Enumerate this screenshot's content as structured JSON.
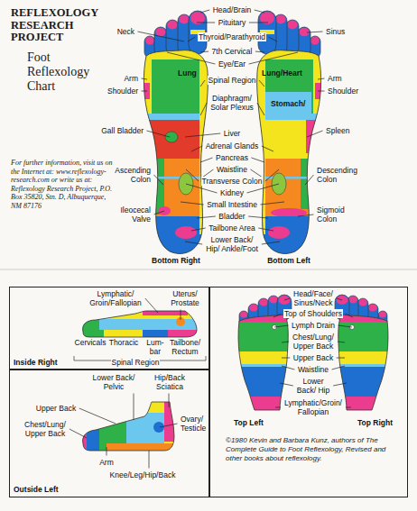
{
  "diagram": {
    "title": "REFLEXOLOGY RESEARCH PROJECT",
    "nodes": [
      {
        "text": [
          "Lymphatic/ Groin/Fallopian",
          "Uterus/ Prostate",
          "Cervicals",
          "Thoracic",
          "Lum- bar",
          "Tailbone/ Rectum",
          "Inside Right",
          "Spinal Region"
        ]
      },
      {
        "text": [
          "Lower Back/ Pelvic",
          "Hip/Back Sciatica",
          "Upper Back",
          "Chest/Lung/ Upper Back",
          "Ovary/ Testicle",
          "Arm",
          "Knee/Leg/Hip/Back",
          "Outside Left"
        ]
      },
      {
        "text": [
          "Head/Face/ Sinus/Neck",
          "Top of Shoulders",
          "Lymph Drain",
          "Chest/Lung/ Upper Back",
          "Upper Back",
          "Waistline",
          "Lower Back/ Hip",
          "Lymphatic/Groin/ Fallopian",
          "Top Left",
          "Top Right",
          "©1980 Kevin and Barbara Kunz, authors of The Complete Guide to Foot Reflexology, Revised and other books about reflexology."
        ]
      }
    ],
    "labels": [
      "Foot Reflexology Chart",
      "For further information, visit us on the Internet at: www.reflexology-research.com or write us at: Reflexology Research Project, P.O. Box 35820, Stn. D, Albuquerque, NM 87176",
      "Neck",
      "Arm",
      "Shoulder",
      "Lung",
      "Gall Bladder",
      "Ascending Colon",
      "Ileocecal Valve",
      "Bottom Right",
      "Head/Brain",
      "Pituitary",
      "Thyroid/Parathyroid",
      "7th Cervical",
      "Eye/Ear",
      "Spinal Region",
      "Diaphragm/ Solar Plexus",
      "Liver",
      "Adrenal Glands",
      "Pancreas",
      "Waistline",
      "Transverse Colon",
      "Kidney",
      "Small Intestine",
      "Bladder",
      "Tailbone Area",
      "Lower Back/ Hip/ Ankle/Foot",
      "Sinus",
      "Lung/Heart",
      "Arm",
      "Shoulder",
      "Stomach/",
      "Spleen",
      "Descending Colon",
      "Sigmoid Colon",
      "Bottom Left"
    ]
  }
}
